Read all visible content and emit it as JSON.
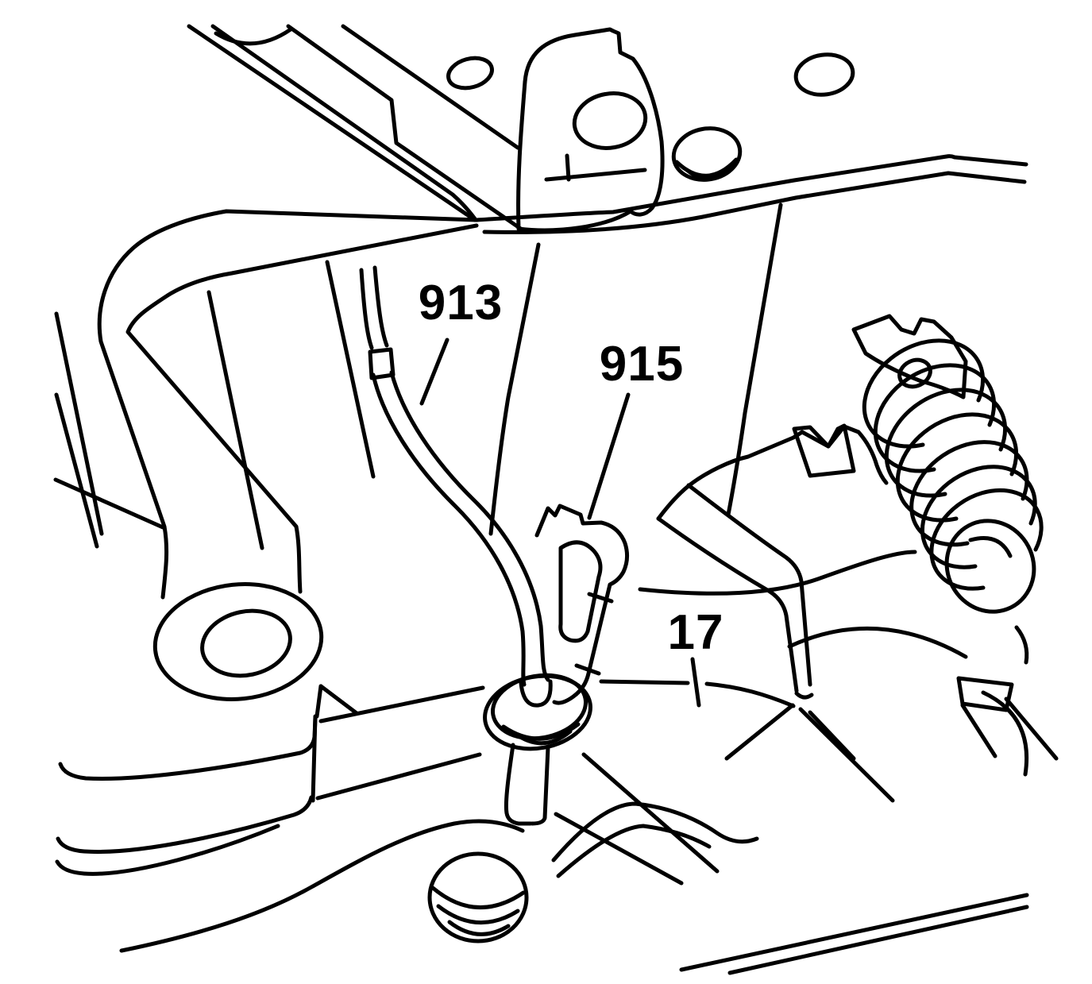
{
  "figure": {
    "type": "service-manual line illustration",
    "description": "Underhood/transmission area line drawing showing a cable (913), retaining clip (915) and case boss (17)",
    "background_color": "#ffffff",
    "line_color": "#000000",
    "callouts": [
      {
        "label": "913"
      },
      {
        "label": "915"
      },
      {
        "label": "17"
      }
    ]
  }
}
